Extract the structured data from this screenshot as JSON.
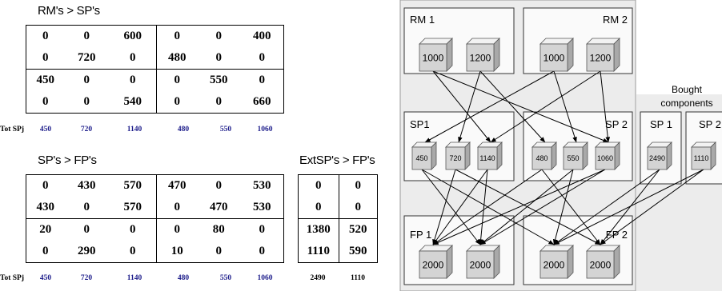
{
  "matrix1": {
    "title": "RM's > SP's",
    "rows": [
      [
        "0",
        "0",
        "600",
        "0",
        "0",
        "400"
      ],
      [
        "0",
        "720",
        "0",
        "480",
        "0",
        "0"
      ],
      [
        "450",
        "0",
        "0",
        "0",
        "550",
        "0"
      ],
      [
        "0",
        "0",
        "540",
        "0",
        "0",
        "660"
      ]
    ],
    "total_label": "Tot SPj",
    "totals": [
      "450",
      "720",
      "1140",
      "480",
      "550",
      "1060"
    ]
  },
  "matrix2": {
    "title": "SP's > FP's",
    "rows": [
      [
        "0",
        "430",
        "570",
        "470",
        "0",
        "530"
      ],
      [
        "430",
        "0",
        "570",
        "0",
        "470",
        "530"
      ],
      [
        "20",
        "0",
        "0",
        "0",
        "80",
        "0"
      ],
      [
        "0",
        "290",
        "0",
        "10",
        "0",
        "0"
      ]
    ],
    "total_label": "Tot SPj",
    "totals": [
      "450",
      "720",
      "1140",
      "480",
      "550",
      "1060"
    ]
  },
  "matrix3": {
    "title": "ExtSP's > FP's",
    "rows": [
      [
        "0",
        "0"
      ],
      [
        "0",
        "0"
      ],
      [
        "1380",
        "520"
      ],
      [
        "1110",
        "590"
      ]
    ],
    "totals": [
      "2490",
      "1110"
    ]
  },
  "diagram": {
    "rm1": {
      "label": "RM 1",
      "cubes": [
        "1000",
        "1200"
      ]
    },
    "rm2": {
      "label": "RM 2",
      "cubes": [
        "1000",
        "1200"
      ]
    },
    "sp1": {
      "label": "SP1",
      "cubes": [
        "450",
        "720",
        "1140"
      ]
    },
    "sp2": {
      "label": "SP 2",
      "cubes": [
        "480",
        "550",
        "1060"
      ]
    },
    "fp1": {
      "label": "FP 1",
      "cubes": [
        "2000",
        "2000"
      ]
    },
    "fp2": {
      "label": "FP 2",
      "cubes": [
        "2000",
        "2000"
      ]
    },
    "bought": {
      "heading_line1": "Bought",
      "heading_line2": "components",
      "ext1": {
        "label": "SP 1",
        "cube": "2490"
      },
      "ext2": {
        "label": "SP 2",
        "cube": "1110"
      }
    },
    "colors": {
      "panel_bg": "#ececec",
      "cube_front": "#d4d4d4",
      "cube_top": "#f2f2f2",
      "cube_side": "#a9a9a9",
      "accent_totals": "#1c1c8a"
    }
  }
}
